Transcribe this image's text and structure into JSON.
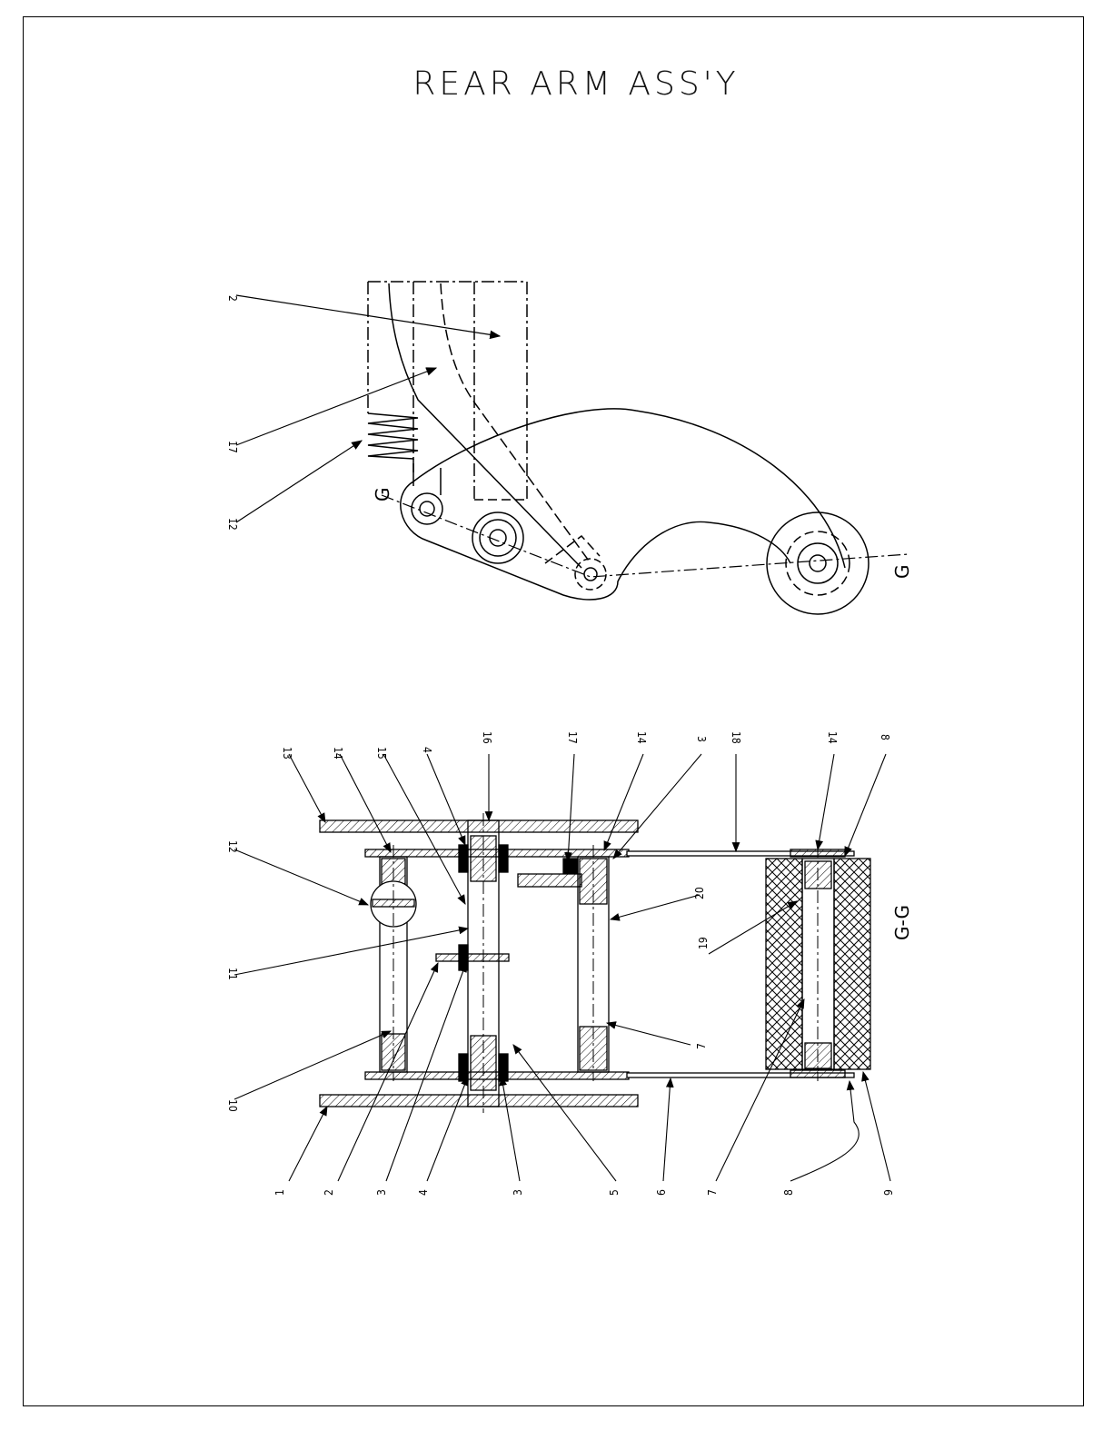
{
  "title": "REAR ARM ASS'Y",
  "section_view": {
    "label": "G-G",
    "callouts": [
      "1",
      "2",
      "3",
      "4",
      "3",
      "5",
      "6",
      "7",
      "8",
      "9",
      "10",
      "11",
      "12",
      "13",
      "14",
      "15",
      "4",
      "16",
      "17",
      "14",
      "3",
      "18",
      "14",
      "8",
      "19",
      "20",
      "7"
    ]
  },
  "side_view": {
    "cut_marks": [
      "G",
      "G"
    ],
    "callouts": [
      "2",
      "17",
      "12"
    ]
  },
  "colors": {
    "line": "#000000",
    "paper": "#ffffff"
  }
}
